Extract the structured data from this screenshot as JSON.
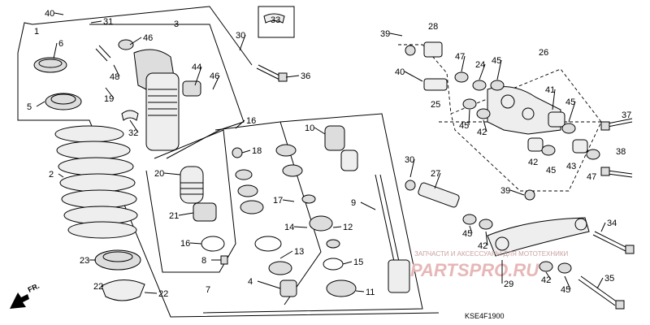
{
  "diagram": {
    "code": "KSE4F1900",
    "front_label": "FR.",
    "watermark": {
      "line1": "ЗАПЧАСТИ И АКСЕССУАРЫ ДЛЯ МОТОТЕХНИКИ",
      "line2": "PARTSPRO.RU"
    },
    "callouts": [
      "1",
      "2",
      "3",
      "4",
      "5",
      "6",
      "7",
      "8",
      "9",
      "10",
      "11",
      "12",
      "13",
      "14",
      "15",
      "16",
      "17",
      "18",
      "19",
      "20",
      "21",
      "22",
      "23",
      "24",
      "25",
      "26",
      "27",
      "28",
      "29",
      "30",
      "31",
      "32",
      "33",
      "34",
      "35",
      "36",
      "37",
      "38",
      "39",
      "40",
      "41",
      "42",
      "43",
      "44",
      "45",
      "46",
      "47",
      "48"
    ]
  }
}
